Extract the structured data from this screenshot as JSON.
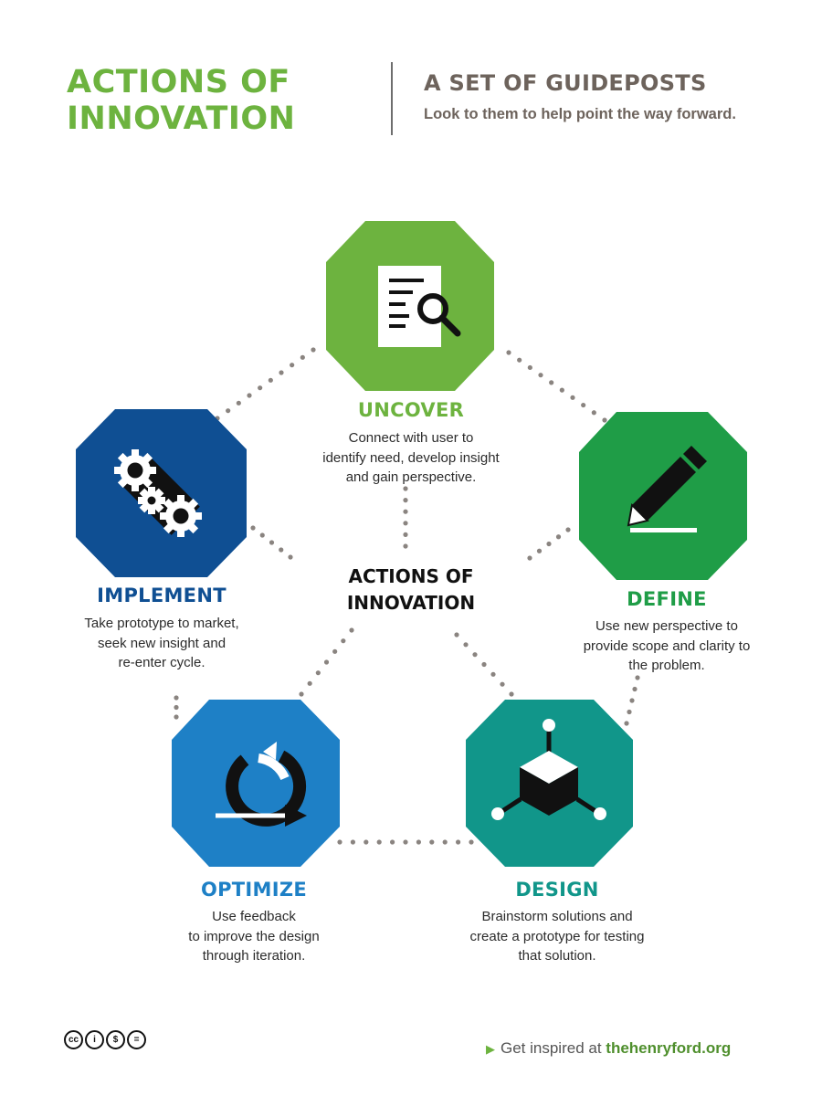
{
  "header": {
    "title_line1": "ACTIONS OF",
    "title_line2": "INNOVATION",
    "subtitle": "A SET OF GUIDEPOSTS",
    "tagline": "Look to them to help point the way forward."
  },
  "center": {
    "line1": "ACTIONS OF",
    "line2": "INNOVATION"
  },
  "stages": {
    "uncover": {
      "label": "UNCOVER",
      "color": "#6db33f",
      "desc": [
        "Connect with user to",
        "identify need, develop insight",
        "and gain perspective."
      ],
      "icon": "document-search-icon"
    },
    "define": {
      "label": "DEFINE",
      "color": "#1f9d47",
      "desc": [
        "Use new perspective to",
        "provide scope and clarity to",
        "the problem."
      ],
      "icon": "pencil-icon"
    },
    "design": {
      "label": "DESIGN",
      "color": "#11968a",
      "desc": [
        "Brainstorm solutions and",
        "create a prototype for testing",
        "that solution."
      ],
      "icon": "cube-network-icon"
    },
    "optimize": {
      "label": "OPTIMIZE",
      "color": "#1e80c6",
      "desc": [
        "Use feedback",
        "to improve the design",
        "through iteration."
      ],
      "icon": "cycle-arrow-icon"
    },
    "implement": {
      "label": "IMPLEMENT",
      "color": "#0f4f93",
      "desc": [
        "Take prototype to market,",
        "seek new insight and",
        "re-enter cycle."
      ],
      "icon": "gears-icon"
    }
  },
  "footer": {
    "prefix": "Get inspired at",
    "site": "thehenryford.org",
    "license_icons": [
      "cc",
      "by",
      "nc",
      "nd"
    ]
  }
}
